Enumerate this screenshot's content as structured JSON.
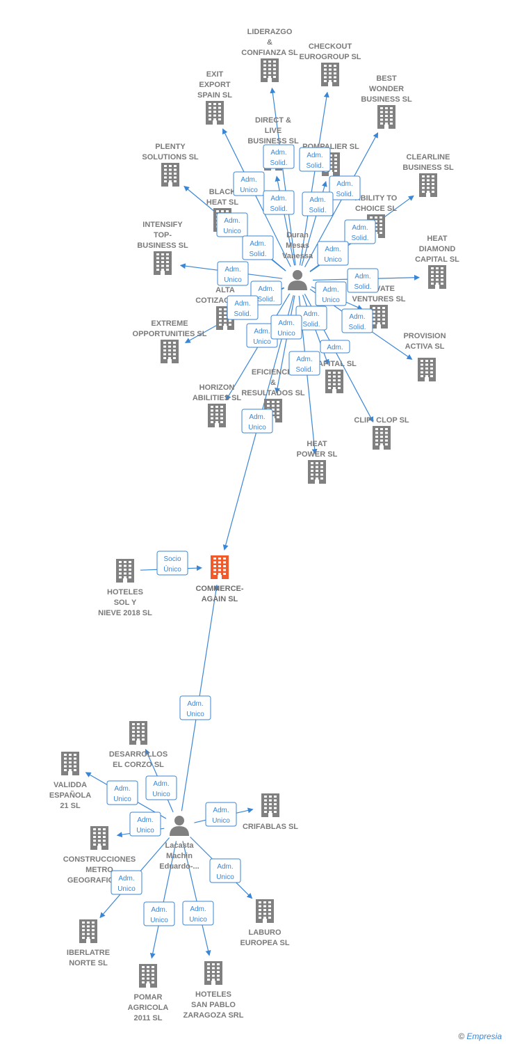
{
  "colors": {
    "edge": "#3a86d6",
    "company": "#808080",
    "focus_company": "#f15a2b",
    "person": "#808080"
  },
  "footer": {
    "copyright": "©",
    "brand": "Empresia"
  },
  "persons": [
    {
      "id": "duran",
      "lines": [
        "Duran",
        "Mesas",
        "Vanessa"
      ]
    },
    {
      "id": "lacasta",
      "lines": [
        "Lacasta",
        "Machin",
        "Eduardo-..."
      ]
    }
  ],
  "focus_company": {
    "id": "commerce",
    "lines": [
      "COMMERCE-",
      "AGAIN  SL"
    ]
  },
  "companies": [
    {
      "id": "liderazgo",
      "lines": [
        "LIDERAZGO",
        "&",
        "CONFIANZA SL"
      ]
    },
    {
      "id": "checkout",
      "lines": [
        "CHECKOUT",
        "EUROGROUP SL"
      ]
    },
    {
      "id": "exit",
      "lines": [
        "EXIT",
        "EXPORT",
        "SPAIN SL"
      ]
    },
    {
      "id": "bestwonder",
      "lines": [
        "BEST",
        "WONDER",
        "BUSINESS SL"
      ]
    },
    {
      "id": "directlive",
      "lines": [
        "DIRECT &",
        "LIVE",
        "BUSINESS SL"
      ]
    },
    {
      "id": "pompalier",
      "lines": [
        "POMPALIER SL"
      ]
    },
    {
      "id": "plenty",
      "lines": [
        "PLENTY",
        "SOLUTIONS SL"
      ]
    },
    {
      "id": "clearline",
      "lines": [
        "CLEARLINE",
        "BUSINESS SL"
      ]
    },
    {
      "id": "blackheat",
      "lines": [
        "BLACK",
        "HEAT SL"
      ]
    },
    {
      "id": "ability",
      "lines": [
        "ABILITY TO",
        "CHOICE SL"
      ]
    },
    {
      "id": "intensify",
      "lines": [
        "INTENSIFY",
        "TOP-",
        "BUSINESS SL"
      ]
    },
    {
      "id": "heatdiamond",
      "lines": [
        "HEAT",
        "DIAMOND",
        "CAPITAL SL"
      ]
    },
    {
      "id": "alta",
      "lines": [
        "ALTA",
        "COTIZACION SL"
      ]
    },
    {
      "id": "private",
      "lines": [
        "PRIVATE",
        "VENTURES SL"
      ]
    },
    {
      "id": "extreme",
      "lines": [
        "EXTREME",
        "OPPORTUNITIES SL"
      ]
    },
    {
      "id": "provision",
      "lines": [
        "PROVISION",
        "ACTIVA SL"
      ]
    },
    {
      "id": "capital",
      "lines": [
        "CAPITAL SL"
      ]
    },
    {
      "id": "eficiencia",
      "lines": [
        "EFICIENCIA",
        "&",
        "RESULTADOS SL"
      ]
    },
    {
      "id": "horizon",
      "lines": [
        "HORIZON",
        "ABILITIES SL"
      ]
    },
    {
      "id": "clipclop",
      "lines": [
        "CLIP- CLOP SL"
      ]
    },
    {
      "id": "heatpower",
      "lines": [
        "HEAT",
        "POWER SL"
      ]
    },
    {
      "id": "hoteles_sol",
      "lines": [
        "HOTELES",
        "SOL Y",
        "NIEVE 2018  SL"
      ]
    },
    {
      "id": "desarrollos",
      "lines": [
        "DESARROLLOS",
        "EL CORZO SL"
      ]
    },
    {
      "id": "validda",
      "lines": [
        "VALIDDA",
        "ESPAÑOLA",
        "21 SL"
      ]
    },
    {
      "id": "crifablas",
      "lines": [
        "CRIFABLAS SL"
      ]
    },
    {
      "id": "construcciones",
      "lines": [
        "CONSTRUCCIONES",
        "METRO",
        "GEOGRAFICO SL"
      ]
    },
    {
      "id": "laburo",
      "lines": [
        "LABURO",
        "EUROPEA  SL"
      ]
    },
    {
      "id": "iberlatre",
      "lines": [
        "IBERLATRE",
        "NORTE  SL"
      ]
    },
    {
      "id": "pomar",
      "lines": [
        "POMAR",
        "AGRICOLA",
        "2011 SL"
      ]
    },
    {
      "id": "hoteles_sp",
      "lines": [
        "HOTELES",
        "SAN PABLO",
        "ZARAGOZA SRL"
      ]
    }
  ],
  "edges": [
    {
      "from": "duran",
      "to": "liderazgo",
      "label": [
        "Adm.",
        "Solid."
      ]
    },
    {
      "from": "duran",
      "to": "checkout",
      "label": [
        "Adm.",
        "Solid."
      ]
    },
    {
      "from": "duran",
      "to": "exit",
      "label": [
        "Adm.",
        "Unico"
      ]
    },
    {
      "from": "duran",
      "to": "bestwonder",
      "label": [
        "Adm.",
        "Solid."
      ]
    },
    {
      "from": "duran",
      "to": "directlive",
      "label": [
        "Adm.",
        "Solid."
      ]
    },
    {
      "from": "duran",
      "to": "pompalier",
      "label": [
        "Adm.",
        "Solid."
      ]
    },
    {
      "from": "duran",
      "to": "plenty",
      "label": [
        "Adm.",
        "Unico"
      ]
    },
    {
      "from": "duran",
      "to": "blackheat",
      "label": [
        "Adm.",
        "Solid."
      ]
    },
    {
      "from": "duran",
      "to": "clearline",
      "label": [
        "Adm.",
        "Solid."
      ]
    },
    {
      "from": "duran",
      "to": "ability",
      "label": [
        "Adm.",
        "Unico"
      ]
    },
    {
      "from": "duran",
      "to": "intensify",
      "label": [
        "Adm.",
        "Unico"
      ]
    },
    {
      "from": "duran",
      "to": "heatdiamond",
      "label": [
        "Adm.",
        "Solid."
      ]
    },
    {
      "from": "duran",
      "to": "alta",
      "label": [
        "Adm.",
        "Solid."
      ]
    },
    {
      "from": "duran",
      "to": "private",
      "label": [
        "Adm.",
        "Unico"
      ]
    },
    {
      "from": "duran",
      "to": "extreme",
      "label": [
        "Adm.",
        "Solid."
      ]
    },
    {
      "from": "duran",
      "to": "provision",
      "label": [
        "Adm.",
        "Solid."
      ]
    },
    {
      "from": "duran",
      "to": "capital",
      "label": [
        "Adm.",
        "Solid."
      ]
    },
    {
      "from": "duran",
      "to": "horizon",
      "label": [
        "Adm.",
        "Unico"
      ]
    },
    {
      "from": "duran",
      "to": "eficiencia",
      "label": [
        "Adm.",
        "Unico"
      ]
    },
    {
      "from": "duran",
      "to": "clipclop",
      "label": [
        "Adm."
      ]
    },
    {
      "from": "duran",
      "to": "heatpower",
      "label": [
        "Adm.",
        "Solid."
      ]
    },
    {
      "from": "duran",
      "to": "commerce",
      "label": [
        "Adm.",
        "Unico"
      ]
    },
    {
      "from": "hoteles_sol",
      "to": "commerce",
      "label": [
        "Socio",
        "Único"
      ]
    },
    {
      "from": "lacasta",
      "to": "commerce",
      "label": [
        "Adm.",
        "Unico"
      ]
    },
    {
      "from": "lacasta",
      "to": "desarrollos",
      "label": [
        "Adm.",
        "Unico"
      ]
    },
    {
      "from": "lacasta",
      "to": "validda",
      "label": [
        "Adm.",
        "Unico"
      ]
    },
    {
      "from": "lacasta",
      "to": "construcciones",
      "label": [
        "Adm.",
        "Unico"
      ]
    },
    {
      "from": "lacasta",
      "to": "crifablas",
      "label": [
        "Adm.",
        "Unico"
      ]
    },
    {
      "from": "lacasta",
      "to": "laburo",
      "label": [
        "Adm.",
        "Unico"
      ]
    },
    {
      "from": "lacasta",
      "to": "iberlatre",
      "label": [
        "Adm.",
        "Unico"
      ]
    },
    {
      "from": "lacasta",
      "to": "pomar",
      "label": [
        "Adm.",
        "Unico"
      ]
    },
    {
      "from": "lacasta",
      "to": "hoteles_sp",
      "label": [
        "Adm.",
        "Unico"
      ]
    }
  ]
}
